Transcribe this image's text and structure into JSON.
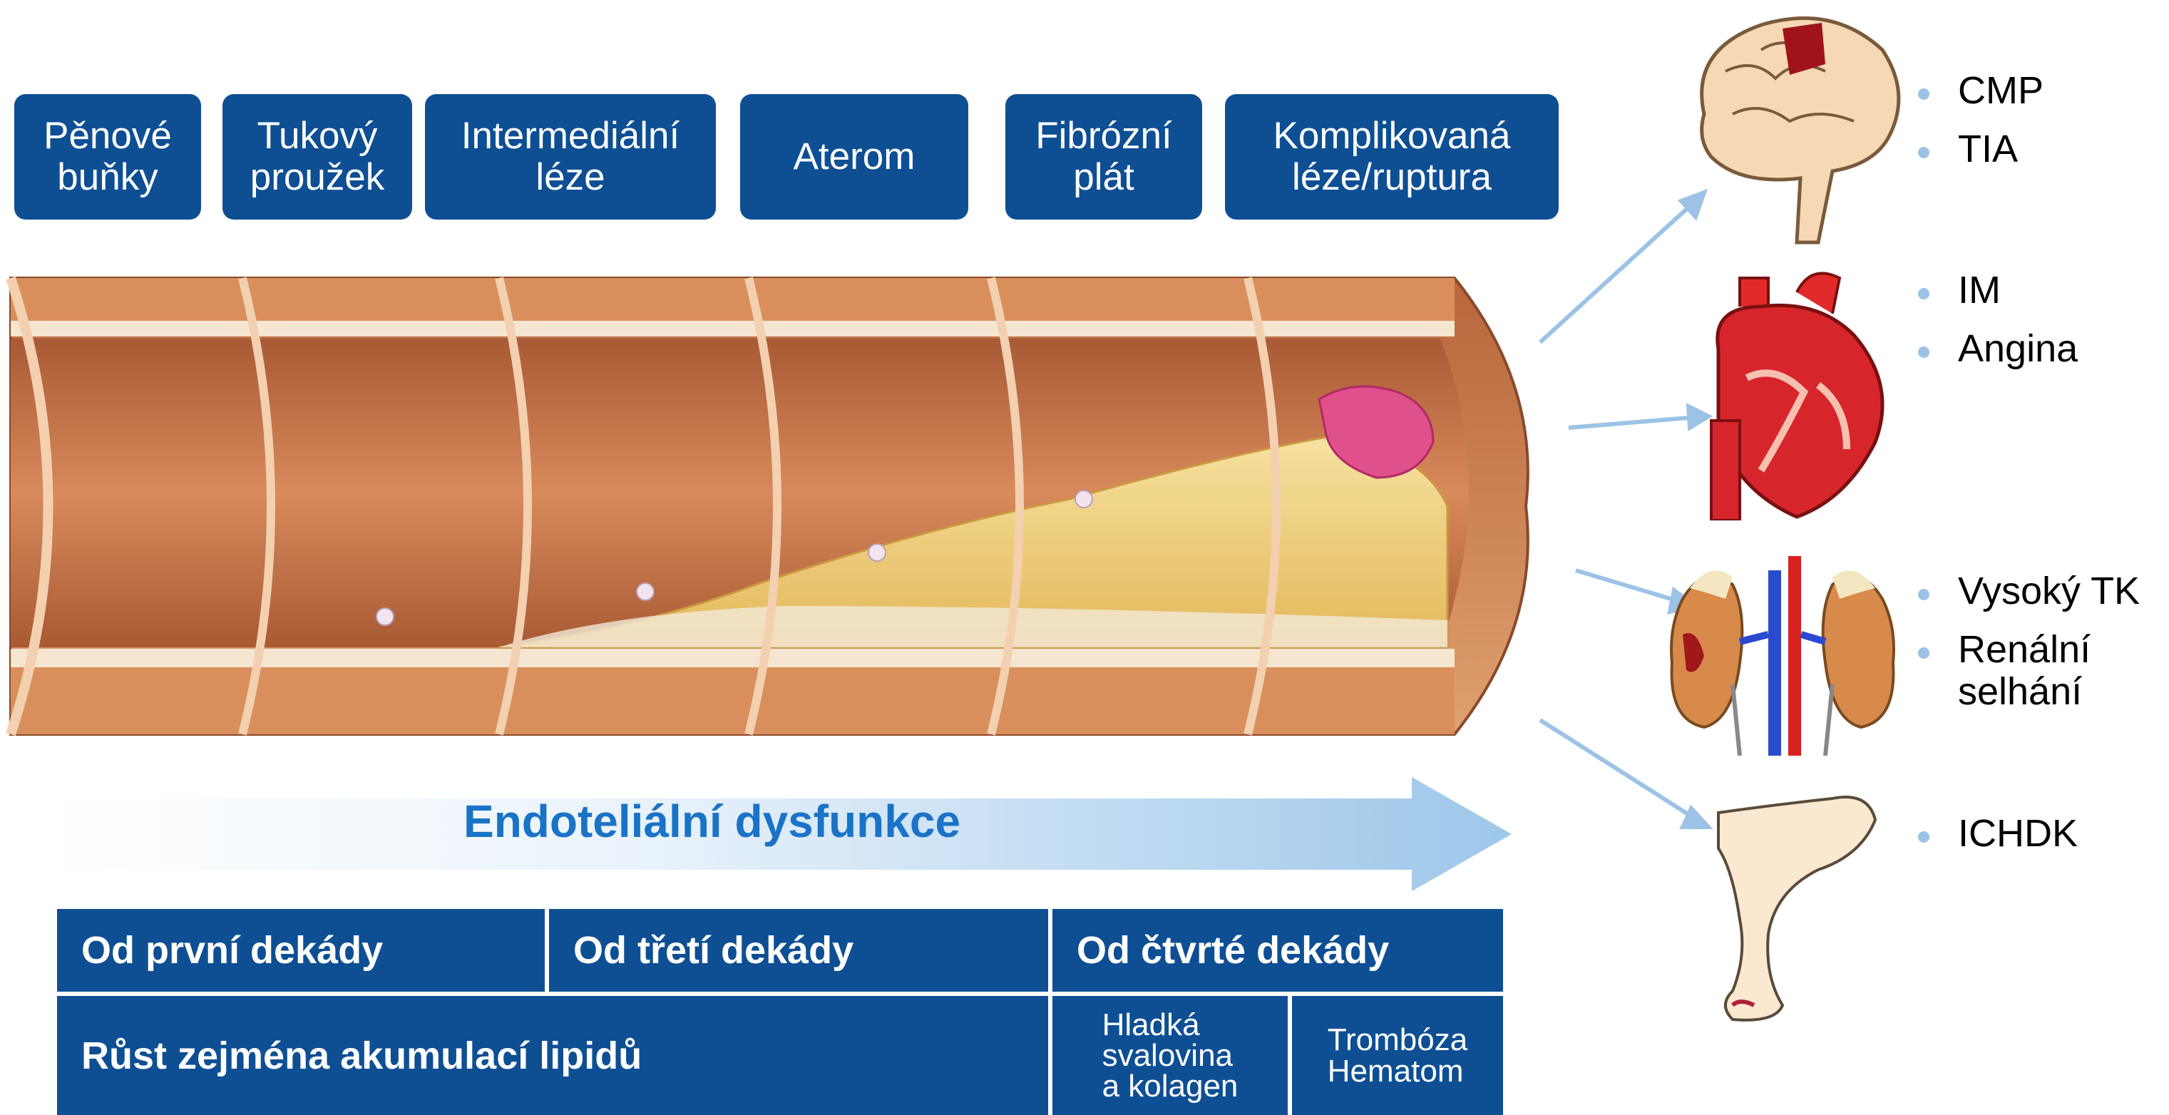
{
  "stages": [
    {
      "label": "Pěnové\nbuňky"
    },
    {
      "label": "Tukový\nproužek"
    },
    {
      "label": "Intermediální\nléze"
    },
    {
      "label": "Aterom"
    },
    {
      "label": "Fibrózní\nplát"
    },
    {
      "label": "Komplikovaná\nléze/ruptura"
    }
  ],
  "arrow_label": "Endoteliální dysfunkce",
  "table": {
    "row1": [
      "Od první dekády",
      "Od třetí dekády",
      "Od čtvrté dekády"
    ],
    "row2_main": "Růst zejména akumulací lipidů",
    "row2_sub1": "Hladká\nsvalovina\na kolagen",
    "row2_sub2": "Trombóza\nHematom"
  },
  "outcomes": {
    "brain": [
      "CMP",
      "TIA"
    ],
    "heart": [
      "IM",
      "Angina"
    ],
    "kidney": [
      "Vysoký TK",
      "Renální\nselhání"
    ],
    "leg": [
      "ICHDK"
    ]
  },
  "colors": {
    "box_blue": "#0e4f94",
    "arrow_text": "#1a73c6",
    "bullet": "#9cc3e6",
    "artery_wall": "#c9774a",
    "plaque": "#f1d58a"
  }
}
